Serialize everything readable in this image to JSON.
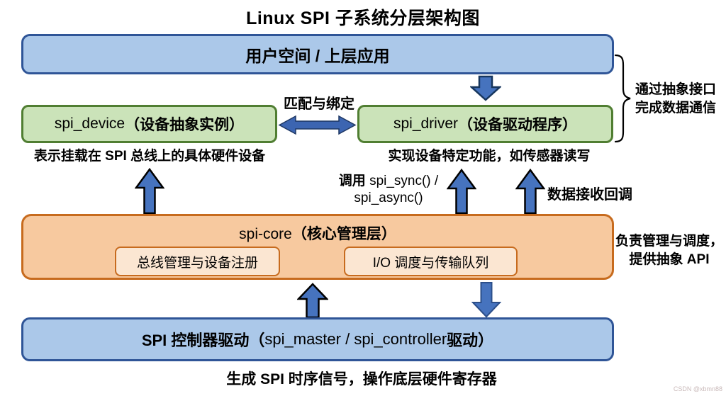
{
  "title": "Linux SPI 子系统分层架构图",
  "layers": {
    "user_space": {
      "label": "用户空间 / 上层应用"
    },
    "spi_device": {
      "code": "spi_device",
      "name_zh": "（设备抽象实例）",
      "desc": "表示挂载在 SPI 总线上的具体硬件设备"
    },
    "spi_driver": {
      "code": "spi_driver",
      "name_zh": "（设备驱动程序）",
      "desc": "实现设备特定功能，如传感器读写"
    },
    "spi_core": {
      "code": "spi-core",
      "name_zh": "（核心管理层）",
      "modules": [
        "总线管理与设备注册",
        "I/O 调度与传输队列"
      ],
      "role_line1": "负责管理与调度，",
      "role_line2": "提供抽象 API"
    },
    "controller": {
      "label_bold_1": "SPI 控制器驱动（",
      "label_code": "spi_master / spi_controller",
      "label_bold_2": " 驱动）",
      "desc": "生成 SPI 时序信号，操作底层硬件寄存器"
    }
  },
  "annotations": {
    "match_bind": "匹配与绑定",
    "abstract_line1": "通过抽象接口",
    "abstract_line2": "完成数据通信",
    "call_zh": "调用 ",
    "call_code": "spi_sync() /",
    "call_line2": "spi_async()",
    "callback": "数据接收回调"
  },
  "colors": {
    "blue_fill": "#abc8e9",
    "blue_border": "#2f5597",
    "green_fill": "#cbe3b9",
    "green_border": "#507e32",
    "orange_fill": "#f7c99f",
    "orange_border": "#c76b1e",
    "arrow_fill": "#4673be"
  },
  "watermark": "CSDN @xbmn88"
}
